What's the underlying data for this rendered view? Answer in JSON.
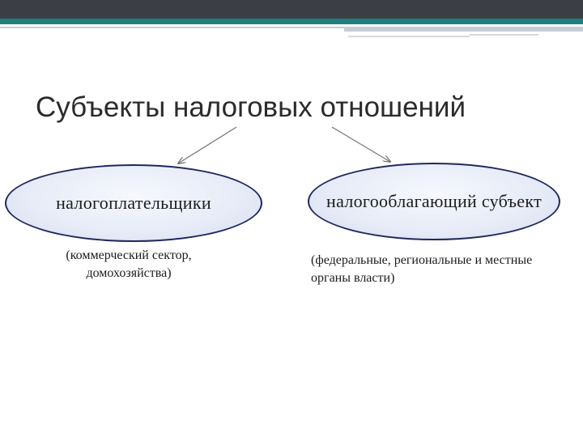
{
  "title": "Субъекты налоговых отношений",
  "nodes": {
    "left": {
      "label": "налогоплательщики",
      "note": "(коммерческий сектор, домохозяйства)"
    },
    "right": {
      "label": "налогооблагающий субъект",
      "note": "(федеральные, региональные и местные органы власти)"
    }
  },
  "colors": {
    "top_bar": "#3b3f45",
    "accent_bar": "#1f7f80",
    "oval_border": "#20285e",
    "oval_fill": "#e6ebf7",
    "connector": "#777777"
  }
}
